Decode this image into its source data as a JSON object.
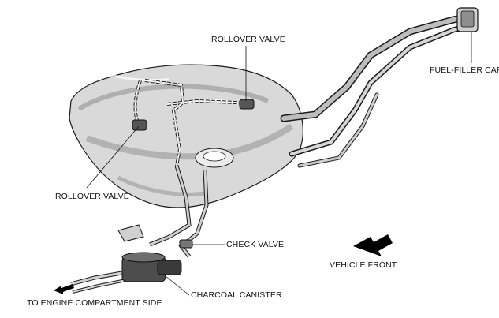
{
  "labels": {
    "rollover_valve_top": "ROLLOVER VALVE",
    "rollover_valve_left": "ROLLOVER VALVE",
    "fuel_filler_cap": "FUEL-FILLER CAP",
    "check_valve": "CHECK VALVE",
    "vehicle_front": "VEHICLE FRONT",
    "charcoal_canister": "CHARCOAL CANISTER",
    "engine_compartment": "TO ENGINE COMPARTMENT SIDE"
  },
  "colors": {
    "tank_fill": "#d9d9d9",
    "tank_shade": "#9a9a9a",
    "outline": "#1a1a1a",
    "hose": "#bdbdbd",
    "arrow": "#000000"
  },
  "icons": {
    "vehicle_front_arrow": "arrow-up-left-icon",
    "engine_side_arrow": "arrow-left-icon"
  }
}
